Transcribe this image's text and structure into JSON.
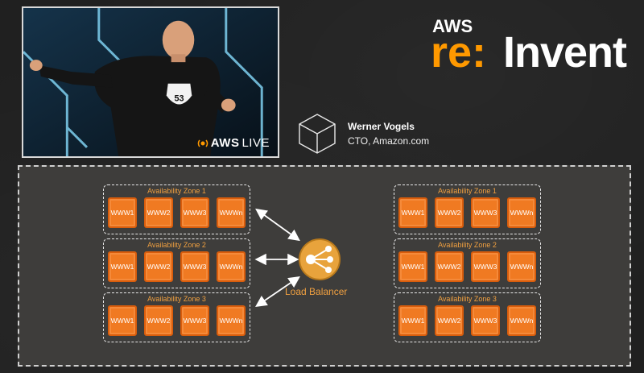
{
  "brand": {
    "aws": "AWS",
    "re": "re:",
    "invent": "Invent"
  },
  "stream": {
    "badge_aws": "AWS",
    "badge_live": "LIVE",
    "shirt_text": "53"
  },
  "speaker": {
    "name": "Werner Vogels",
    "title": "CTO, Amazon.com"
  },
  "diagram": {
    "load_balancer_label": "Load Balancer",
    "left_zones": [
      {
        "label": "Availability Zone 1",
        "servers": [
          "WWW1",
          "WWW2",
          "WWW3",
          "WWWn"
        ]
      },
      {
        "label": "Availability Zone 2",
        "servers": [
          "WWW1",
          "WWW2",
          "WWW3",
          "WWWn"
        ]
      },
      {
        "label": "Availability Zone 3",
        "servers": [
          "WWW1",
          "WWW2",
          "WWW3",
          "WWWn"
        ]
      }
    ],
    "right_zones": [
      {
        "label": "Availability Zone 1",
        "servers": [
          "WWW1",
          "WWW2",
          "WWW3",
          "WWWn"
        ]
      },
      {
        "label": "Availability Zone 2",
        "servers": [
          "WWW1",
          "WWW2",
          "WWW3",
          "WWWn"
        ]
      },
      {
        "label": "Availability Zone 3",
        "servers": [
          "WWW1",
          "WWW2",
          "WWW3",
          "WWWn"
        ]
      }
    ]
  },
  "colors": {
    "accent": "#ff9900",
    "server": "#f07a22",
    "board": "#3e3d3b"
  },
  "icons": [
    "aws-live-icon",
    "speaker-cube-icon",
    "load-balancer-icon",
    "arrow-icon"
  ]
}
